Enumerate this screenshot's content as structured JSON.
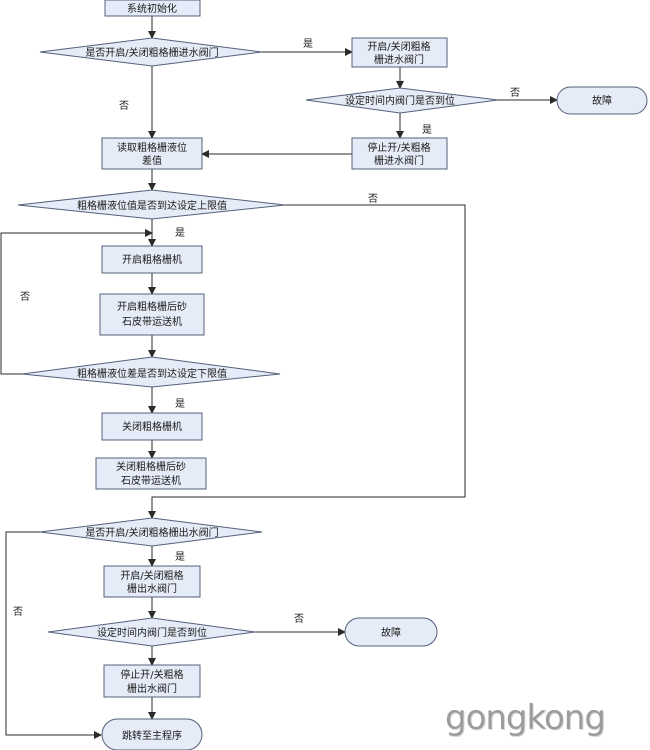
{
  "colors": {
    "box_fill": "#e5ebf7",
    "diamond_fill": "#e5ebf7",
    "line": "#2b2b2b"
  },
  "nodes": {
    "init": "系统初始化",
    "q_inlet": "是否开启/关闭粗格栅进水阀门",
    "open_inlet": [
      "开启/关闭粗格",
      "栅进水阀门"
    ],
    "q_inlet_time": "设定时间内阀门是否到位",
    "fault1": "故障",
    "stop_inlet": [
      "停止开/关粗格",
      "栅进水阀门"
    ],
    "read_level": [
      "读取粗格栅液位",
      "差值"
    ],
    "q_upper": "粗格栅液位值是否到达设定上限值",
    "start_screen": "开启粗格栅机",
    "start_conveyor": [
      "开启粗格栅后砂",
      "石皮带运送机"
    ],
    "q_lower": "粗格栅液位差是否到达设定下限值",
    "stop_screen": "关闭粗格栅机",
    "stop_conveyor": [
      "关闭粗格栅后砂",
      "石皮带运送机"
    ],
    "q_outlet": "是否开启/关闭粗格栅出水阀门",
    "open_outlet": [
      "开启/关闭粗格",
      "栅出水阀门"
    ],
    "q_outlet_time": "设定时间内阀门是否到位",
    "fault2": "故障",
    "stop_outlet": [
      "停止开/关粗格",
      "栅出水阀门"
    ],
    "end": "跳转至主程序"
  },
  "edge_labels": {
    "yes_inlet": "是",
    "no_inlet": "否",
    "no_inlet_time": "否",
    "yes_inlet_time": "是",
    "no_upper": "否",
    "yes_upper": "是",
    "no_lower": "否",
    "yes_lower": "是",
    "yes_outlet": "是",
    "no_outlet_time": "否",
    "no_outlet": "否"
  },
  "watermark": "gongkong"
}
